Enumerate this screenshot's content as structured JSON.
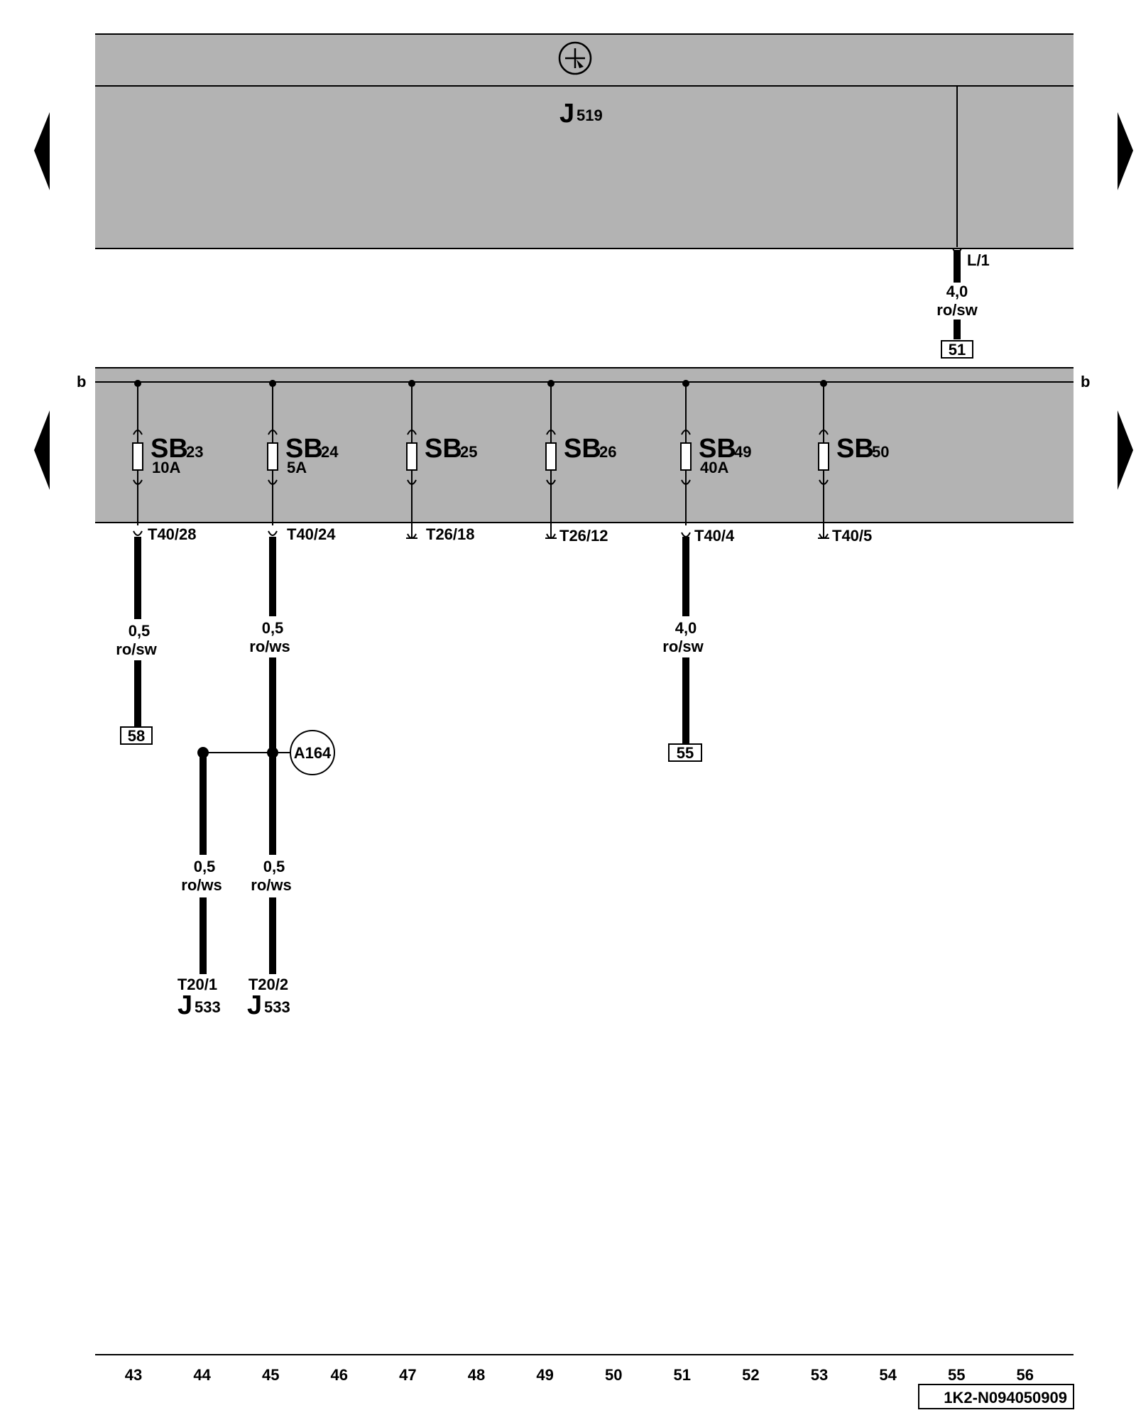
{
  "modules": {
    "top": {
      "name_main": "J",
      "name_sub": "519"
    },
    "fuse_box": {
      "left_tag": "b",
      "right_tag": "b"
    }
  },
  "top_wire": {
    "pin": "L/1",
    "gauge": "4,0",
    "color": "ro/sw",
    "ref": "51"
  },
  "fuses": [
    {
      "id": "SB",
      "num": "23",
      "rating": "10A",
      "pin": "T40/28"
    },
    {
      "id": "SB",
      "num": "24",
      "rating": "5A",
      "pin": "T40/24"
    },
    {
      "id": "SB",
      "num": "25",
      "rating": "",
      "pin": "T26/18"
    },
    {
      "id": "SB",
      "num": "26",
      "rating": "",
      "pin": "T26/12"
    },
    {
      "id": "SB",
      "num": "49",
      "rating": "40A",
      "pin": "T40/4"
    },
    {
      "id": "SB",
      "num": "50",
      "rating": "",
      "pin": "T40/5"
    }
  ],
  "wires": {
    "sb23": {
      "gauge": "0,5",
      "color": "ro/sw",
      "ref": "58"
    },
    "sb24": {
      "gauge": "0,5",
      "color": "ro/ws"
    },
    "sb49": {
      "gauge": "4,0",
      "color": "ro/sw",
      "ref": "55"
    },
    "branch_left": {
      "gauge": "0,5",
      "color": "ro/ws"
    },
    "branch_right": {
      "gauge": "0,5",
      "color": "ro/ws"
    }
  },
  "connector": "A164",
  "terminals": [
    {
      "pin": "T20/1",
      "comp_main": "J",
      "comp_sub": "533"
    },
    {
      "pin": "T20/2",
      "comp_main": "J",
      "comp_sub": "533"
    }
  ],
  "grid_numbers": [
    "43",
    "44",
    "45",
    "46",
    "47",
    "48",
    "49",
    "50",
    "51",
    "52",
    "53",
    "54",
    "55",
    "56"
  ],
  "doc_id": "1K2-N094050909",
  "icons": [
    "ground-symbol-icon",
    "arrow-left-icon",
    "arrow-right-icon",
    "fuse-icon"
  ]
}
